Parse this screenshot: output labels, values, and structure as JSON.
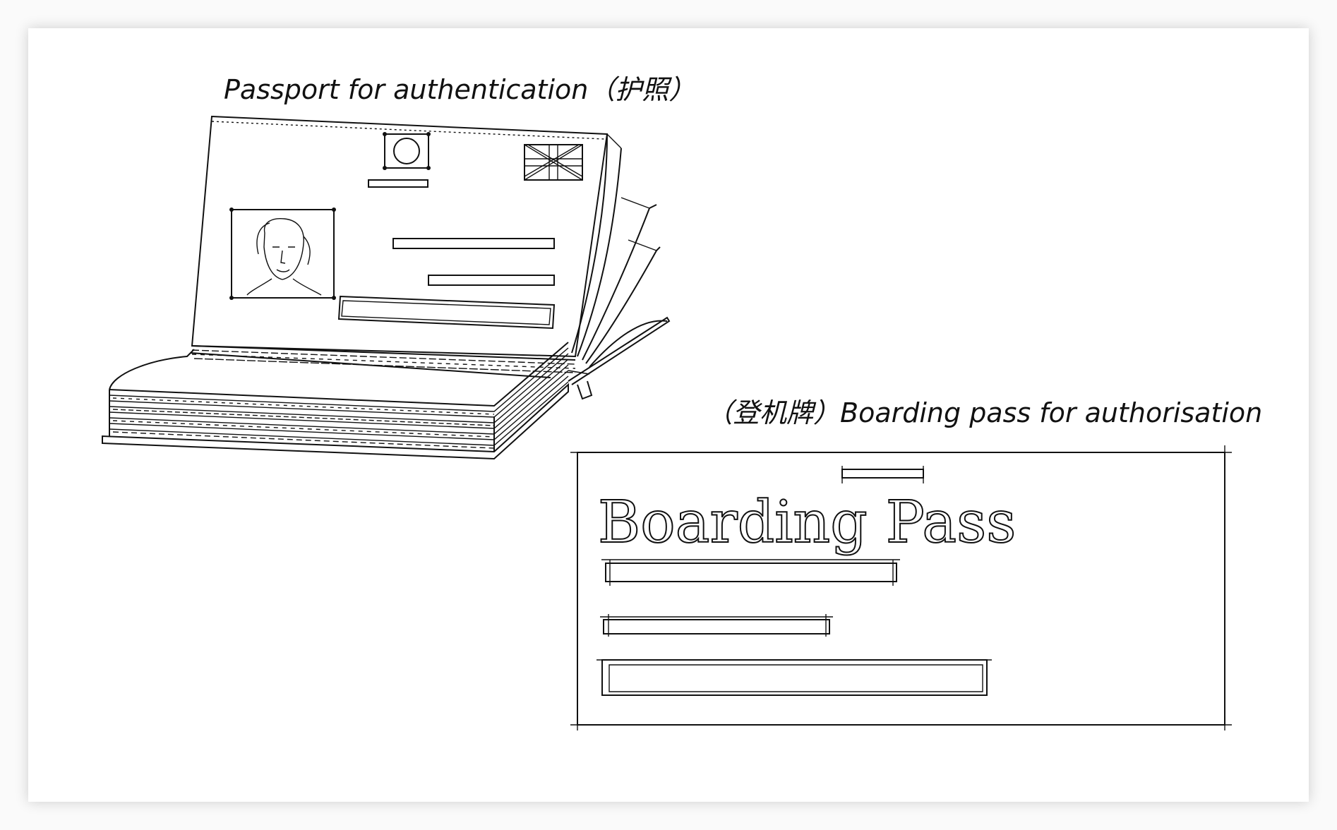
{
  "passport": {
    "caption": "Passport for authentication（护照）"
  },
  "boarding_pass": {
    "caption": "（登机牌）Boarding pass for authorisation",
    "title": "Boarding Pass"
  }
}
